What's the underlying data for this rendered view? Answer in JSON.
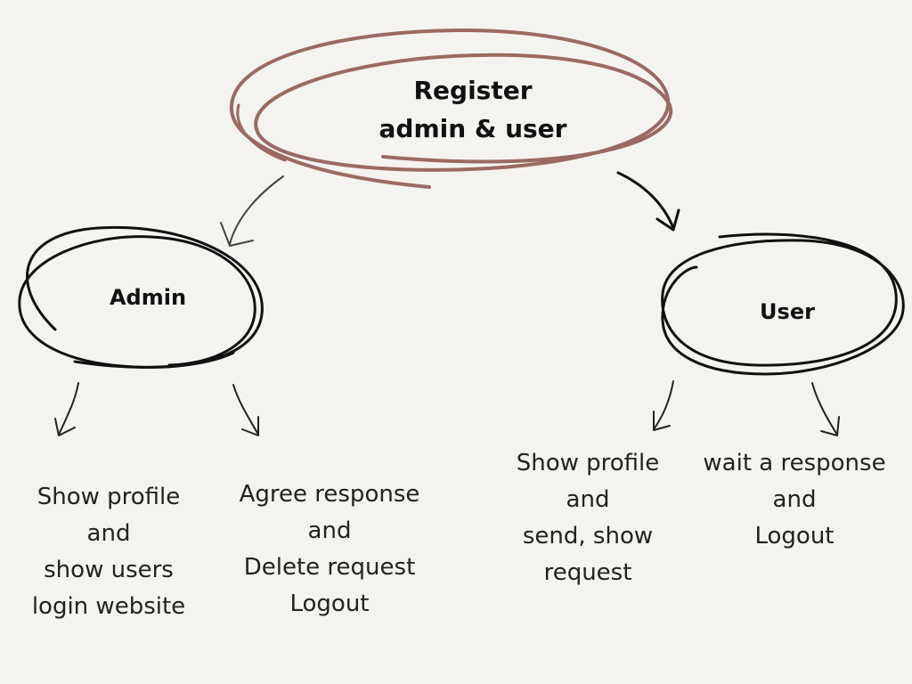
{
  "colors": {
    "background": "#f5f3f0",
    "root_ring": "#9a6a62",
    "ink": "#111111"
  },
  "root": {
    "lines": [
      "Register",
      "admin & user"
    ]
  },
  "admin": {
    "label": "Admin",
    "notes": {
      "left": [
        "Show profile",
        "and",
        "show users",
        "login website"
      ],
      "right": [
        "Agree response",
        "and",
        "Delete request",
        "Logout"
      ]
    }
  },
  "user": {
    "label": "User",
    "notes": {
      "left": [
        "Show profile",
        "and",
        "send, show",
        "request"
      ],
      "right": [
        "wait a response",
        "and",
        "Logout"
      ]
    }
  }
}
